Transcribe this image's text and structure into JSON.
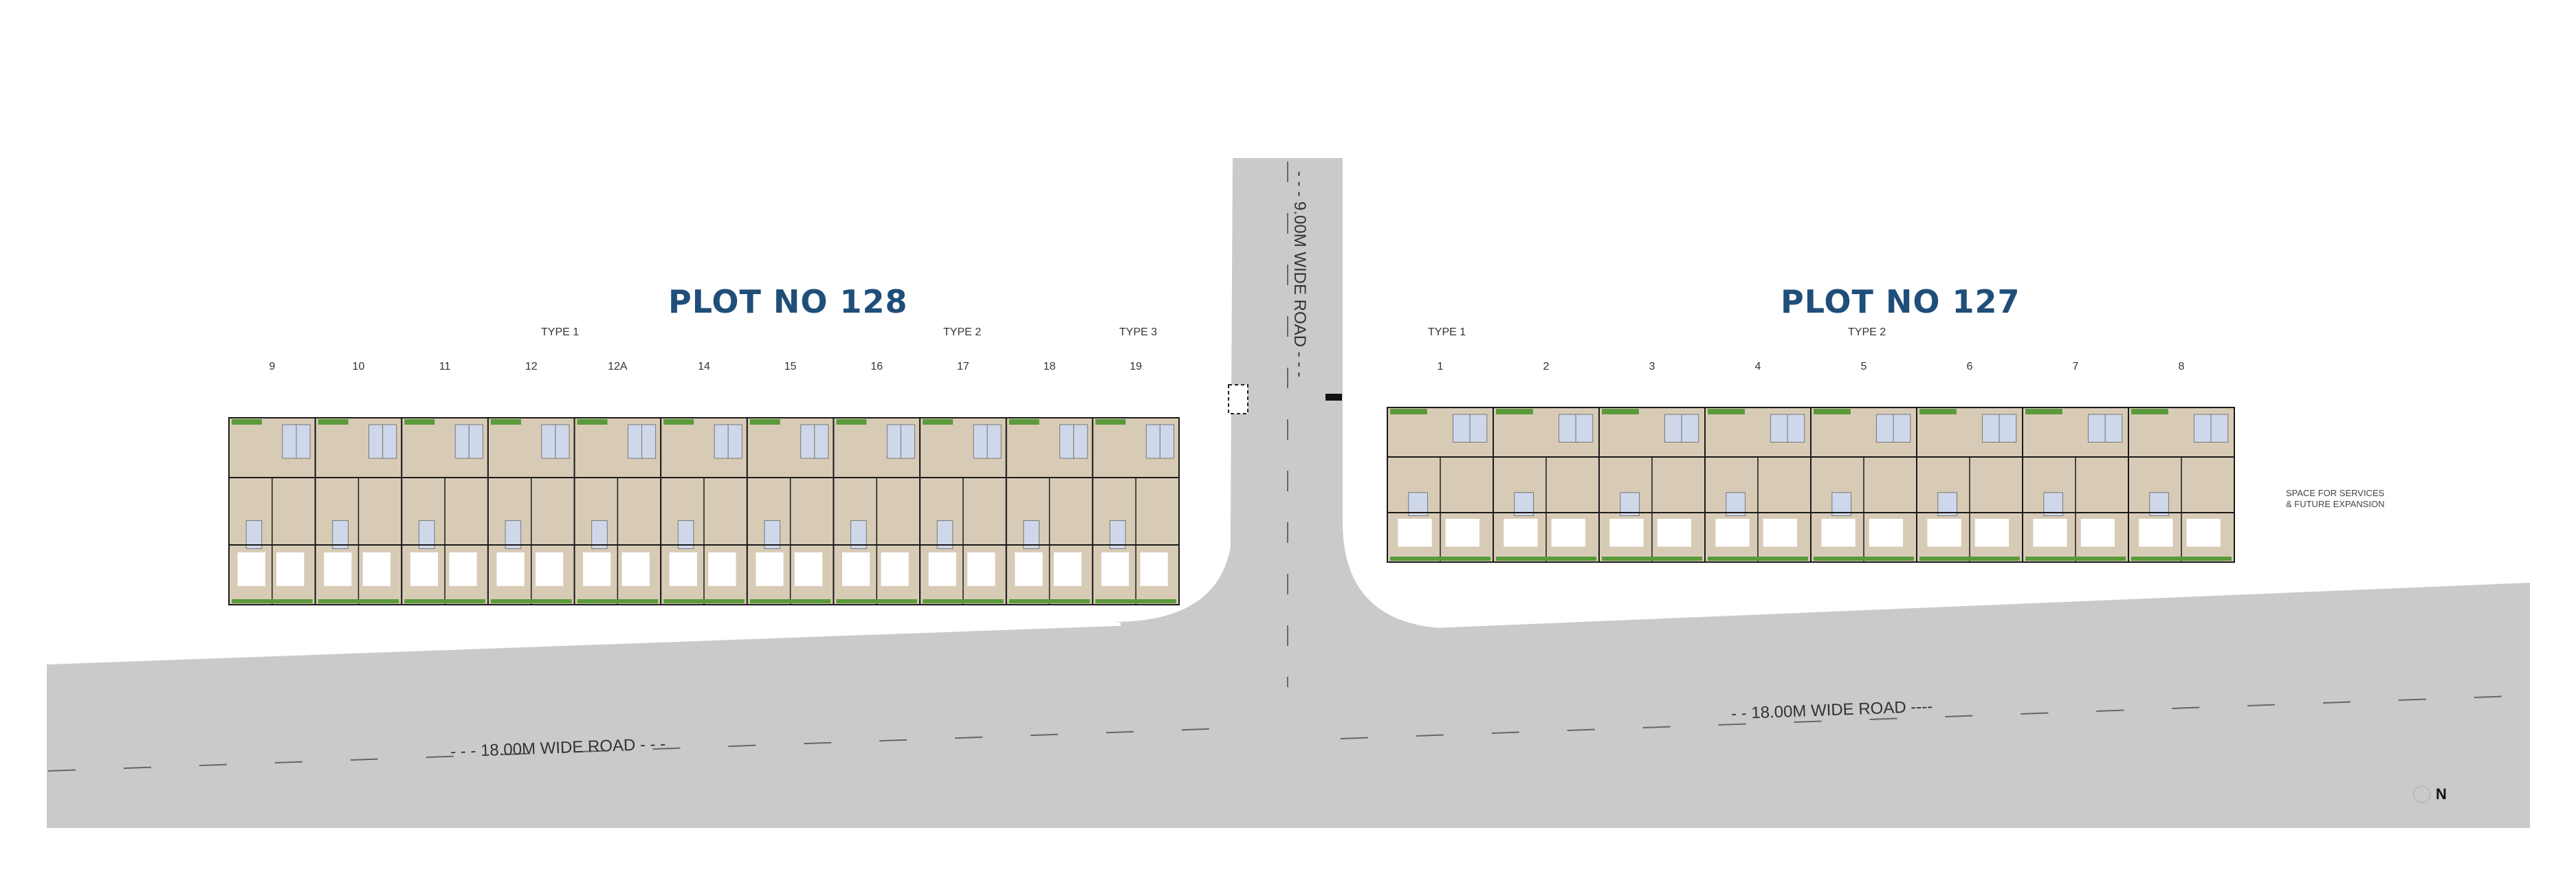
{
  "plot_128": {
    "title": "PLOT NO 128",
    "types": [
      "TYPE 1",
      "TYPE 2",
      "TYPE 3"
    ],
    "units": [
      "9",
      "10",
      "11",
      "12",
      "12A",
      "14",
      "15",
      "16",
      "17",
      "18",
      "19"
    ]
  },
  "plot_127": {
    "title": "PLOT NO 127",
    "types": [
      "TYPE 1",
      "TYPE 2"
    ],
    "units": [
      "1",
      "2",
      "3",
      "4",
      "5",
      "6",
      "7",
      "8"
    ]
  },
  "roads": {
    "main_left": "- - - 18.00M WIDE ROAD - - -",
    "main_right": "- - 18.00M WIDE ROAD ----",
    "side": "- - - 9.00M WIDE ROAD - - -"
  },
  "note": {
    "line1": "SPACE FOR SERVICES",
    "line2": "& FUTURE EXPANSION"
  },
  "north_label": "N",
  "colors": {
    "road": "#c9cacb",
    "title": "#1f4e79",
    "floor": "#d8cbb6",
    "wall": "#1a1a1a",
    "bath": "#cfd8ea",
    "green": "#5a9a3a"
  }
}
